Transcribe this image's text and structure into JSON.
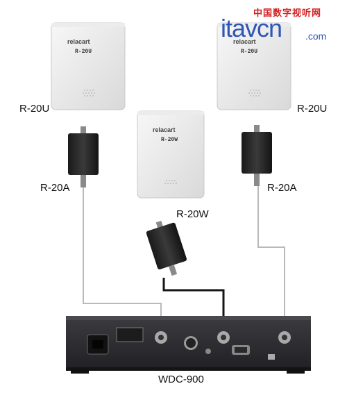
{
  "watermark": {
    "cn": "中国数字视听网",
    "en": "itavcn",
    "suffix": ".com"
  },
  "labels": {
    "antenna_left": "R-20U",
    "antenna_right": "R-20U",
    "antenna_center": "R-20W",
    "amp_left": "R-20A",
    "amp_right": "R-20A",
    "receiver": "WDC-900"
  },
  "brand": "relacart",
  "models": {
    "left": "R-20U",
    "right": "R-20U",
    "center": "R-20W"
  },
  "colors": {
    "cable_gray": "#b8b8b8",
    "cable_black": "#151515",
    "panel": "#2a2a2e"
  }
}
